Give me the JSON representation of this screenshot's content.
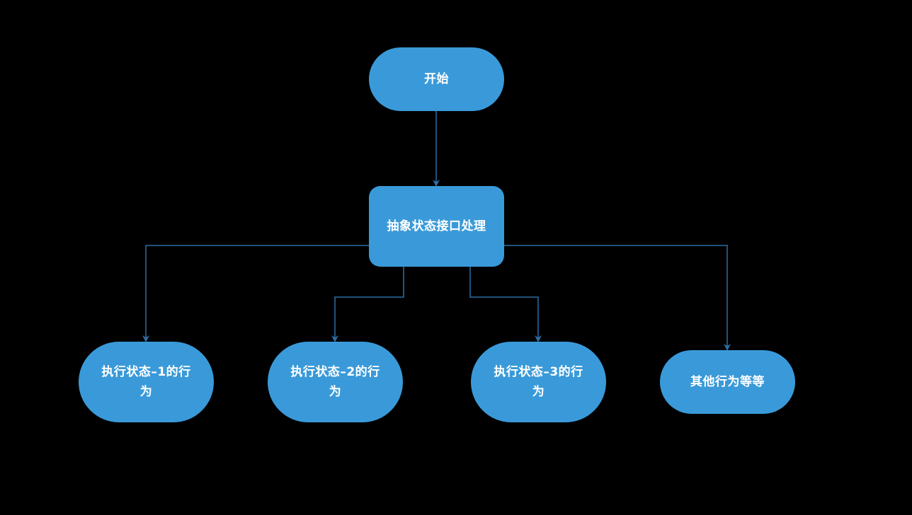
{
  "colors": {
    "background": "#000000",
    "node_fill": "#3a9ad9",
    "node_text": "#ffffff",
    "connector": "#2e6da4"
  },
  "nodes": {
    "start": {
      "label": "开始",
      "shape": "rounded-pill"
    },
    "abstract": {
      "label": "抽象状态接口处理",
      "shape": "rounded-rectangle"
    },
    "state1": {
      "label": "执行状态–1的行为",
      "shape": "rounded-pill"
    },
    "state2": {
      "label": "执行状态–2的行为",
      "shape": "rounded-pill"
    },
    "state3": {
      "label": "执行状态–3的行为",
      "shape": "rounded-pill"
    },
    "other": {
      "label": "其他行为等等",
      "shape": "rounded-pill"
    }
  },
  "edges": [
    {
      "from": "start",
      "to": "abstract"
    },
    {
      "from": "abstract",
      "to": "state1"
    },
    {
      "from": "abstract",
      "to": "state2"
    },
    {
      "from": "abstract",
      "to": "state3"
    },
    {
      "from": "abstract",
      "to": "other"
    }
  ]
}
